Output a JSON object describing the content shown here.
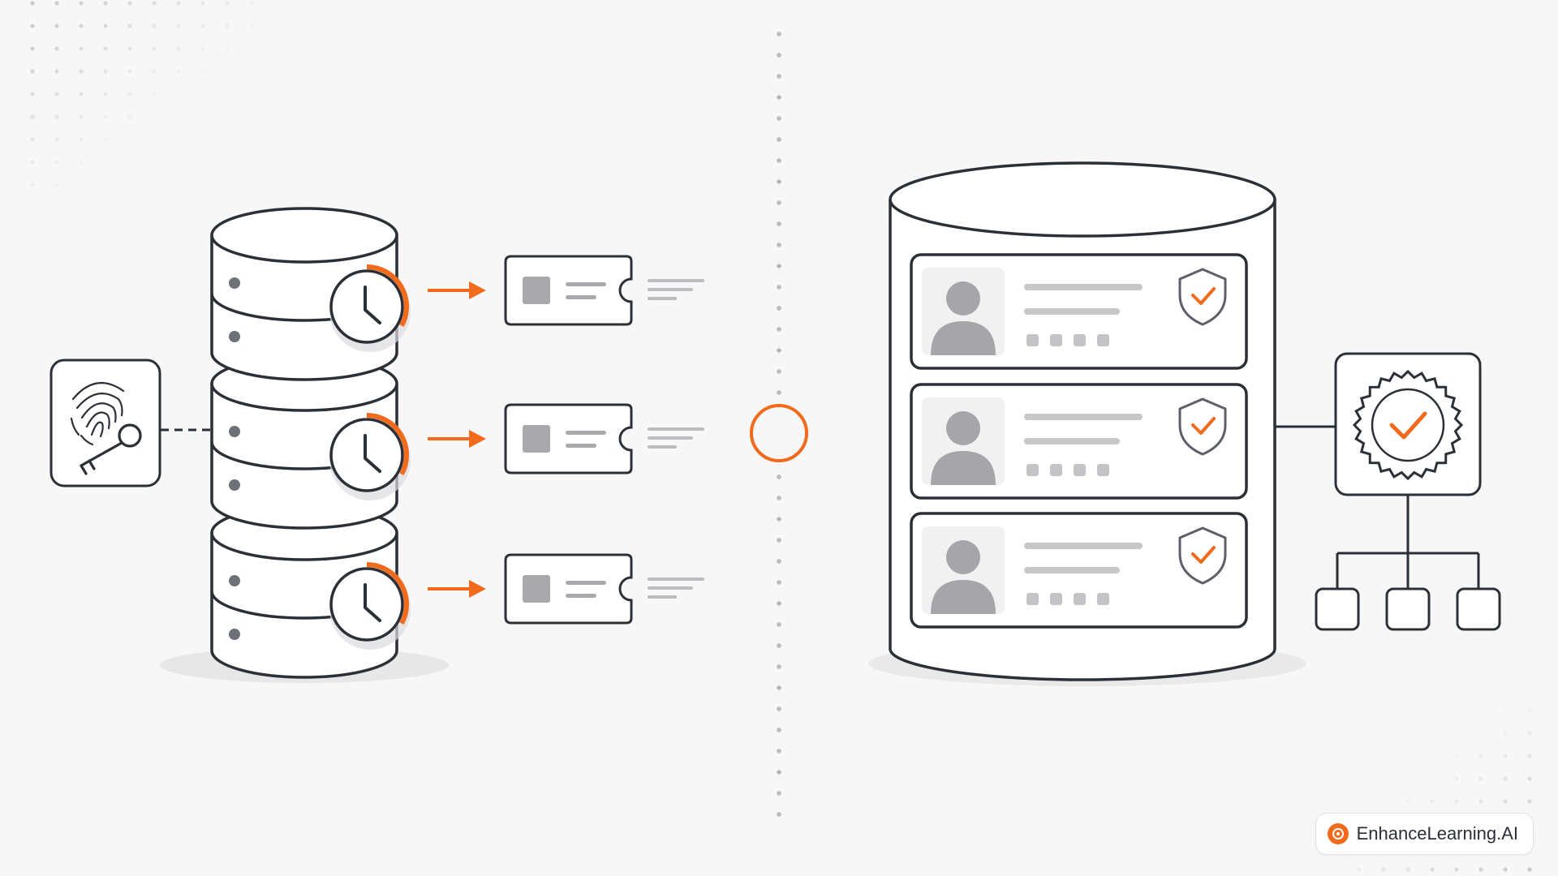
{
  "brand": {
    "name": "EnhanceLearning.AI",
    "logo_icon": "target-icon"
  },
  "colors": {
    "background": "#f7f7f7",
    "stroke": "#2b2f36",
    "accent": "#f26a1b",
    "muted": "#b5b5b8",
    "fill": "#ffffff"
  },
  "left_panel": {
    "key_card_icons": [
      "fingerprint-icon",
      "key-icon"
    ],
    "database_stack": {
      "count": 3,
      "segment_icon": "clock-icon",
      "timer_progress": 0.33,
      "flow_icon": "arrow-right-icon",
      "record_icon": "ticket-card-icon"
    }
  },
  "divider": {
    "marker_icon": "circle-icon"
  },
  "right_panel": {
    "database": {
      "record_count": 3,
      "avatar_icon": "user-icon",
      "badge_icon": "shield-check-icon",
      "dots_per_record": 4
    },
    "certificate_icon": "seal-check-icon",
    "hierarchy_children": 3
  }
}
